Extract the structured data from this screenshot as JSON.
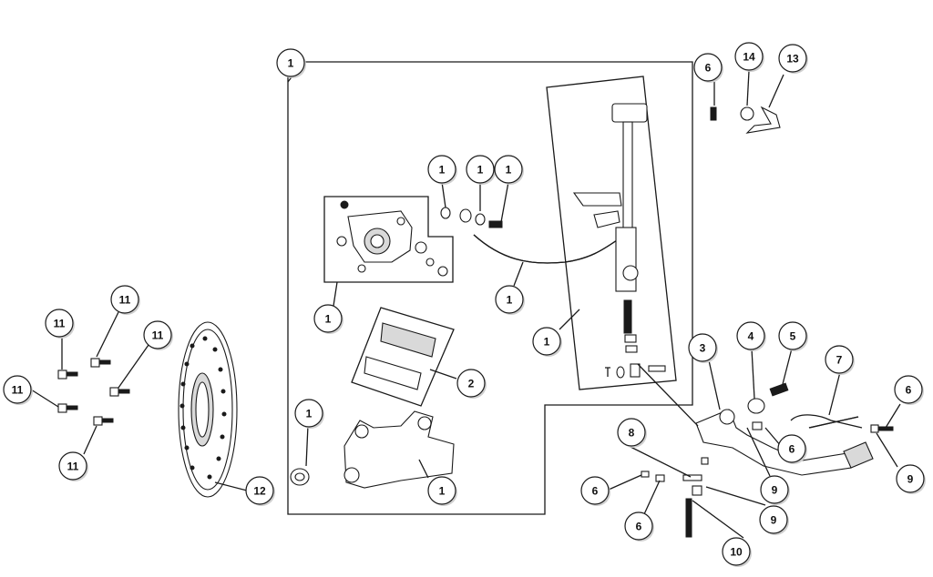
{
  "callouts": [
    {
      "id": "c1a",
      "label": "1"
    },
    {
      "id": "c1b",
      "label": "1"
    },
    {
      "id": "c1c",
      "label": "1"
    },
    {
      "id": "c1d",
      "label": "1"
    },
    {
      "id": "c1e",
      "label": "1"
    },
    {
      "id": "c1f",
      "label": "1"
    },
    {
      "id": "c1g",
      "label": "1"
    },
    {
      "id": "c1h",
      "label": "1"
    },
    {
      "id": "c1i",
      "label": "1"
    },
    {
      "id": "c2",
      "label": "2"
    },
    {
      "id": "c3",
      "label": "3"
    },
    {
      "id": "c4",
      "label": "4"
    },
    {
      "id": "c5",
      "label": "5"
    },
    {
      "id": "c6a",
      "label": "6"
    },
    {
      "id": "c6b",
      "label": "6"
    },
    {
      "id": "c6c",
      "label": "6"
    },
    {
      "id": "c6d",
      "label": "6"
    },
    {
      "id": "c6e",
      "label": "6"
    },
    {
      "id": "c7",
      "label": "7"
    },
    {
      "id": "c8",
      "label": "8"
    },
    {
      "id": "c9a",
      "label": "9"
    },
    {
      "id": "c9b",
      "label": "9"
    },
    {
      "id": "c9c",
      "label": "9"
    },
    {
      "id": "c10",
      "label": "10"
    },
    {
      "id": "c11a",
      "label": "11"
    },
    {
      "id": "c11b",
      "label": "11"
    },
    {
      "id": "c11c",
      "label": "11"
    },
    {
      "id": "c11d",
      "label": "11"
    },
    {
      "id": "c11e",
      "label": "11"
    },
    {
      "id": "c12",
      "label": "12"
    },
    {
      "id": "c13",
      "label": "13"
    },
    {
      "id": "c14",
      "label": "14"
    }
  ]
}
